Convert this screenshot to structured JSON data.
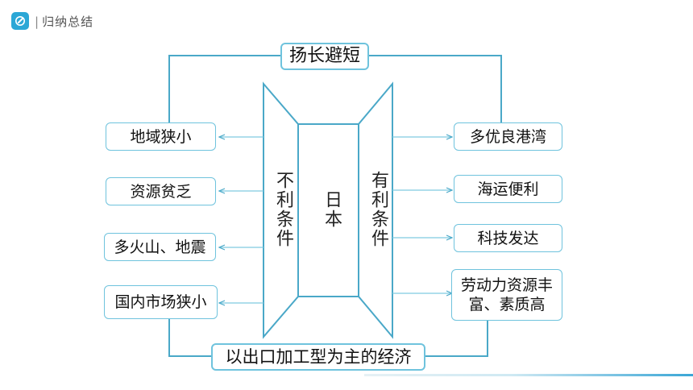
{
  "header": {
    "title": "归纳总结",
    "icon": "edit-icon"
  },
  "diagram": {
    "top": "扬长避短",
    "center": "日本",
    "left_panel": "不利条件",
    "right_panel": "有利条件",
    "left_items": [
      "地域狭小",
      "资源贫乏",
      "多火山、地震",
      "国内市场狭小"
    ],
    "right_items": [
      "多优良港湾",
      "海运便利",
      "科技发达",
      "劳动力资源丰富、素质高"
    ],
    "bottom": "以出口加工型为主的经济"
  },
  "colors": {
    "accent": "#2ba7d6",
    "box_border": "#6fc3dd",
    "line": "#4aa8c8"
  }
}
